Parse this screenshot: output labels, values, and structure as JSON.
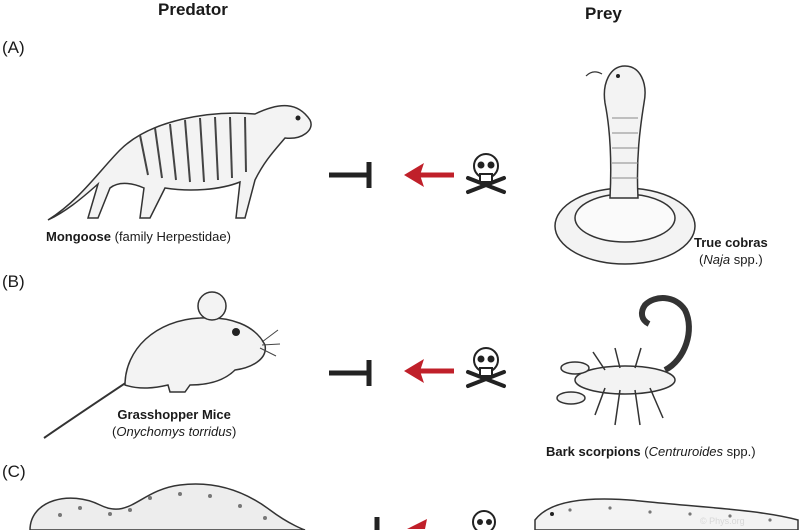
{
  "headers": {
    "predator": "Predator",
    "prey": "Prey"
  },
  "panels": [
    {
      "label": "(A)",
      "predator": {
        "name": "Mongoose",
        "detail": " (family Herpestidae)"
      },
      "prey": {
        "name": "True cobras",
        "detail_open": "(",
        "detail_italic": "Naja",
        "detail_close": " spp.)"
      }
    },
    {
      "label": "(B)",
      "predator": {
        "name": "Grasshopper Mice",
        "detail_open": "(",
        "detail_italic": "Onychomys torridus",
        "detail_close": ")"
      },
      "prey": {
        "name": "Bark scorpions",
        "detail_open": " (",
        "detail_italic": "Centruroides",
        "detail_close": " spp.)"
      }
    },
    {
      "label": "(C)"
    }
  ],
  "icons": {
    "inhibition": "inhibition-t-bar-icon",
    "arrow": "red-arrow-left-icon",
    "venom": "skull-crossbones-icon"
  },
  "colors": {
    "arrow": "#c0202a",
    "bar": "#222222"
  },
  "watermark": "© Phys.org"
}
